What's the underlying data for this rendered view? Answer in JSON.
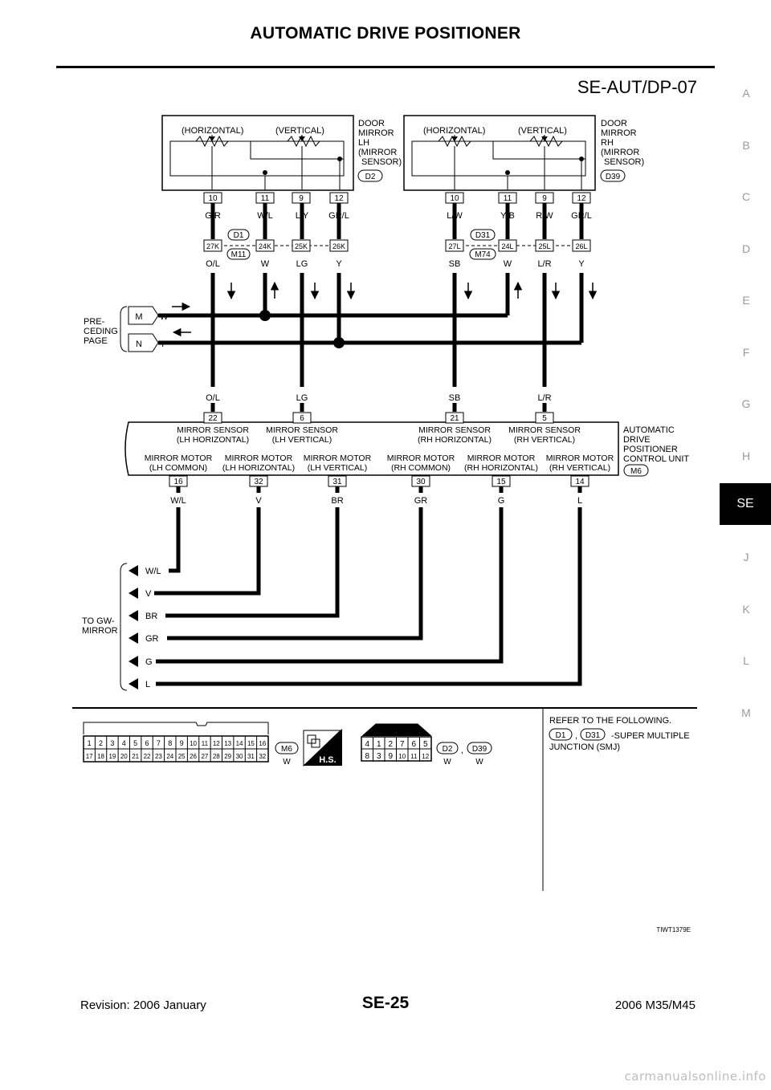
{
  "header": {
    "title": "AUTOMATIC DRIVE POSITIONER",
    "diagram_code": "SE-AUT/DP-07"
  },
  "side_tabs": {
    "letters": [
      "A",
      "B",
      "C",
      "D",
      "E",
      "F",
      "G",
      "H"
    ],
    "active": "SE",
    "letters_after": [
      "J",
      "K",
      "L",
      "M"
    ]
  },
  "mirror_lh": {
    "title_lines": [
      "DOOR",
      "MIRROR",
      "LH",
      "(MIRROR",
      "SENSOR)"
    ],
    "connector": "D2",
    "horizontal_label": "(HORIZONTAL)",
    "vertical_label": "(VERTICAL)",
    "pins": [
      "10",
      "11",
      "9",
      "12"
    ],
    "wire_colors": [
      "G/R",
      "W/L",
      "L/Y",
      "GR/L"
    ]
  },
  "mirror_rh": {
    "title_lines": [
      "DOOR",
      "MIRROR",
      "RH",
      "(MIRROR",
      "SENSOR)"
    ],
    "connector": "D39",
    "horizontal_label": "(HORIZONTAL)",
    "vertical_label": "(VERTICAL)",
    "pins": [
      "10",
      "11",
      "9",
      "12"
    ],
    "wire_colors": [
      "L/W",
      "Y/B",
      "R/W",
      "GR/L"
    ]
  },
  "joint_lh": {
    "connector_top": "D1",
    "connector_bottom": "M11",
    "pins": [
      "27K",
      "24K",
      "25K",
      "26K"
    ],
    "wire_colors": [
      "O/L",
      "W",
      "LG",
      "Y"
    ]
  },
  "joint_rh": {
    "connector_top": "D31",
    "connector_bottom": "M74",
    "pins": [
      "27L",
      "24L",
      "25L",
      "26L"
    ],
    "wire_colors": [
      "SB",
      "W",
      "L/R",
      "Y"
    ]
  },
  "preceding": {
    "label_lines": [
      "PRE-",
      "CEDING",
      "PAGE"
    ],
    "lines": [
      {
        "id": "M",
        "color": "W"
      },
      {
        "id": "N",
        "color": "Y"
      }
    ]
  },
  "control_unit": {
    "title_lines": [
      "AUTOMATIC",
      "DRIVE",
      "POSITIONER",
      "CONTROL UNIT"
    ],
    "connector": "M6",
    "top_pins": [
      {
        "pin": "22",
        "color": "O/L",
        "label": [
          "MIRROR SENSOR",
          "(LH HORIZONTAL)"
        ]
      },
      {
        "pin": "6",
        "color": "LG",
        "label": [
          "MIRROR SENSOR",
          "(LH VERTICAL)"
        ]
      },
      {
        "pin": "21",
        "color": "SB",
        "label": [
          "MIRROR SENSOR",
          "(RH HORIZONTAL)"
        ]
      },
      {
        "pin": "5",
        "color": "L/R",
        "label": [
          "MIRROR SENSOR",
          "(RH VERTICAL)"
        ]
      }
    ],
    "bottom_pins": [
      {
        "pin": "16",
        "color": "W/L",
        "label": [
          "MIRROR MOTOR",
          "(LH COMMON)"
        ]
      },
      {
        "pin": "32",
        "color": "V",
        "label": [
          "MIRROR MOTOR",
          "(LH HORIZONTAL)"
        ]
      },
      {
        "pin": "31",
        "color": "BR",
        "label": [
          "MIRROR MOTOR",
          "(LH VERTICAL)"
        ]
      },
      {
        "pin": "30",
        "color": "GR",
        "label": [
          "MIRROR MOTOR",
          "(RH COMMON)"
        ]
      },
      {
        "pin": "15",
        "color": "G",
        "label": [
          "MIRROR MOTOR",
          "(RH HORIZONTAL)"
        ]
      },
      {
        "pin": "14",
        "color": "L",
        "label": [
          "MIRROR MOTOR",
          "(RH VERTICAL)"
        ]
      }
    ]
  },
  "to_gw_mirror": {
    "label_lines": [
      "TO GW-",
      "MIRROR"
    ],
    "colors": [
      "W/L",
      "V",
      "BR",
      "GR",
      "G",
      "L"
    ]
  },
  "legend": {
    "m6_connector": "M6",
    "m6_color": "W",
    "hs_label": "H.S.",
    "m6_top": [
      "1",
      "2",
      "3",
      "4",
      "5",
      "6",
      "7",
      "8",
      "9",
      "10",
      "11",
      "12",
      "13",
      "14",
      "15",
      "16"
    ],
    "m6_bottom": [
      "17",
      "18",
      "19",
      "20",
      "21",
      "22",
      "23",
      "24",
      "25",
      "26",
      "27",
      "28",
      "29",
      "30",
      "31",
      "32"
    ],
    "d_top": [
      "4",
      "1",
      "2",
      "7",
      "6",
      "5"
    ],
    "d_bottom": [
      "8",
      "3",
      "9",
      "10",
      "11",
      "12"
    ],
    "d_connectors": [
      "D2",
      "D39"
    ],
    "d_colors": [
      "W",
      "W"
    ],
    "comma": ",",
    "refer": "REFER TO THE FOLLOWING.",
    "refer_connectors": [
      "D1",
      "D31"
    ],
    "refer_text_1": "-SUPER MULTIPLE",
    "refer_text_2": "JUNCTION (SMJ)"
  },
  "image_id": "TIWT1379E",
  "footer": {
    "revision": "Revision: 2006 January",
    "page": "SE-25",
    "model": "2006 M35/M45"
  },
  "watermark": "carmanualsonline.info"
}
